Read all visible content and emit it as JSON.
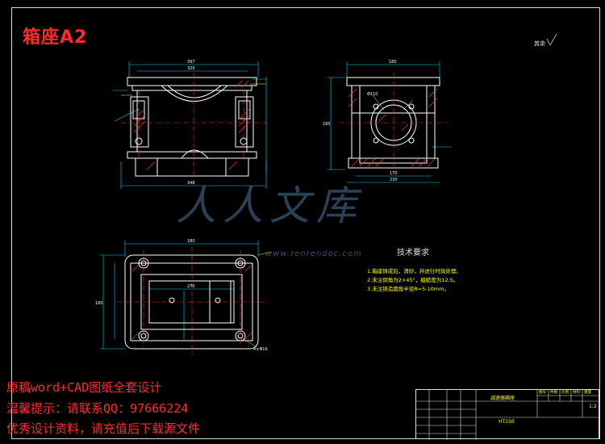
{
  "drawing": {
    "title": "箱座A2",
    "roughness_note": "其余"
  },
  "technical_requirements": {
    "heading": "技术要求",
    "items": [
      "1.箱座铸成后，清砂，并进行时效处理。",
      "2.未注倒角为2×45°，粗糙度为12.5。",
      "3.未注铸造圆角半径R=5-10mm。"
    ]
  },
  "watermark": {
    "text": "人人文库",
    "url": "www.renrendoc.com"
  },
  "promo": {
    "line1": "原稿word+CAD图纸全套设计",
    "line2": "温馨提示：请联系QQ：97666224",
    "line3": "优秀设计资料，请充值后下载源文件"
  },
  "title_block": {
    "part_name": "减速器箱座",
    "material": "HT150",
    "scale": "1:2",
    "header_cells": [
      "图号",
      "件数",
      "比例",
      "材料",
      "重量"
    ]
  },
  "dimensions": {
    "front_top": "397",
    "front_top2": "320",
    "front_bottom": "348",
    "side_top": "180",
    "side_bottom": "170",
    "side_bottom2": "230",
    "side_height": "185",
    "bore": "Φ110",
    "plan_top": "180",
    "plan_mid": "270",
    "plan_left": "180",
    "plan_hole": "4×Φ16"
  },
  "colors": {
    "border": "#d8d8d8",
    "title": "#ff2a2a",
    "drawing_line": "#ffffff",
    "center_line": "#ff3030",
    "dimension_line": "#00d8ff",
    "hatch": "#ff3030",
    "annotation": "#ffff00"
  }
}
